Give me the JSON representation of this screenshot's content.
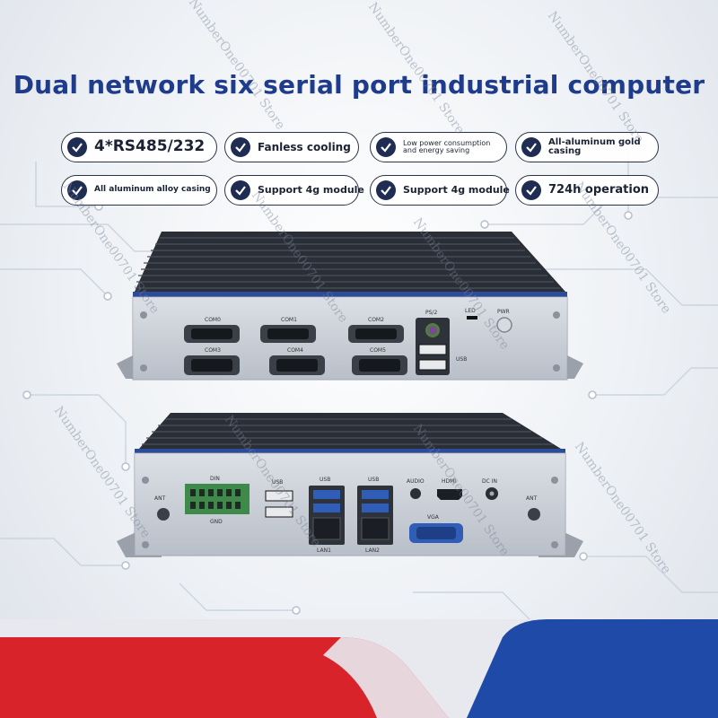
{
  "title": "Dual network six serial port industrial computer",
  "features": [
    {
      "label": "4*RS485/232"
    },
    {
      "label": "Fanless cooling"
    },
    {
      "label": "Low power consumption and energy saving"
    },
    {
      "label": "All-aluminum gold casing"
    },
    {
      "label": "All aluminum alloy casing"
    },
    {
      "label": "Support 4g module"
    },
    {
      "label": "Support 4g module"
    },
    {
      "label": "724h operation"
    }
  ],
  "watermark": "NumberOne00701 Store",
  "colors": {
    "title": "#1f3c8c",
    "badge_check": "#1f2d52",
    "band_red": "#d8232b",
    "band_blue": "#1f4aa8",
    "casing": "#c9ced6"
  },
  "front_panel": {
    "com_labels": [
      "COM0",
      "COM1",
      "COM2",
      "COM3",
      "COM4",
      "COM5"
    ],
    "ps2_label": "PS/2",
    "usb_label": "USB",
    "led_label": "LED",
    "power_label": "PWR"
  },
  "rear_panel": {
    "terminal_labels": [
      "DIN",
      "GND"
    ],
    "usb_label": "USB",
    "usb3_labels": [
      "USB",
      "USB"
    ],
    "lan_labels": [
      "LAN1",
      "LAN2"
    ],
    "audio_label": "AUDIO",
    "hdmi_label": "HDMI",
    "vga_label": "VGA",
    "dc_label": "DC IN",
    "antenna_labels": [
      "ANT",
      "ANT"
    ]
  }
}
